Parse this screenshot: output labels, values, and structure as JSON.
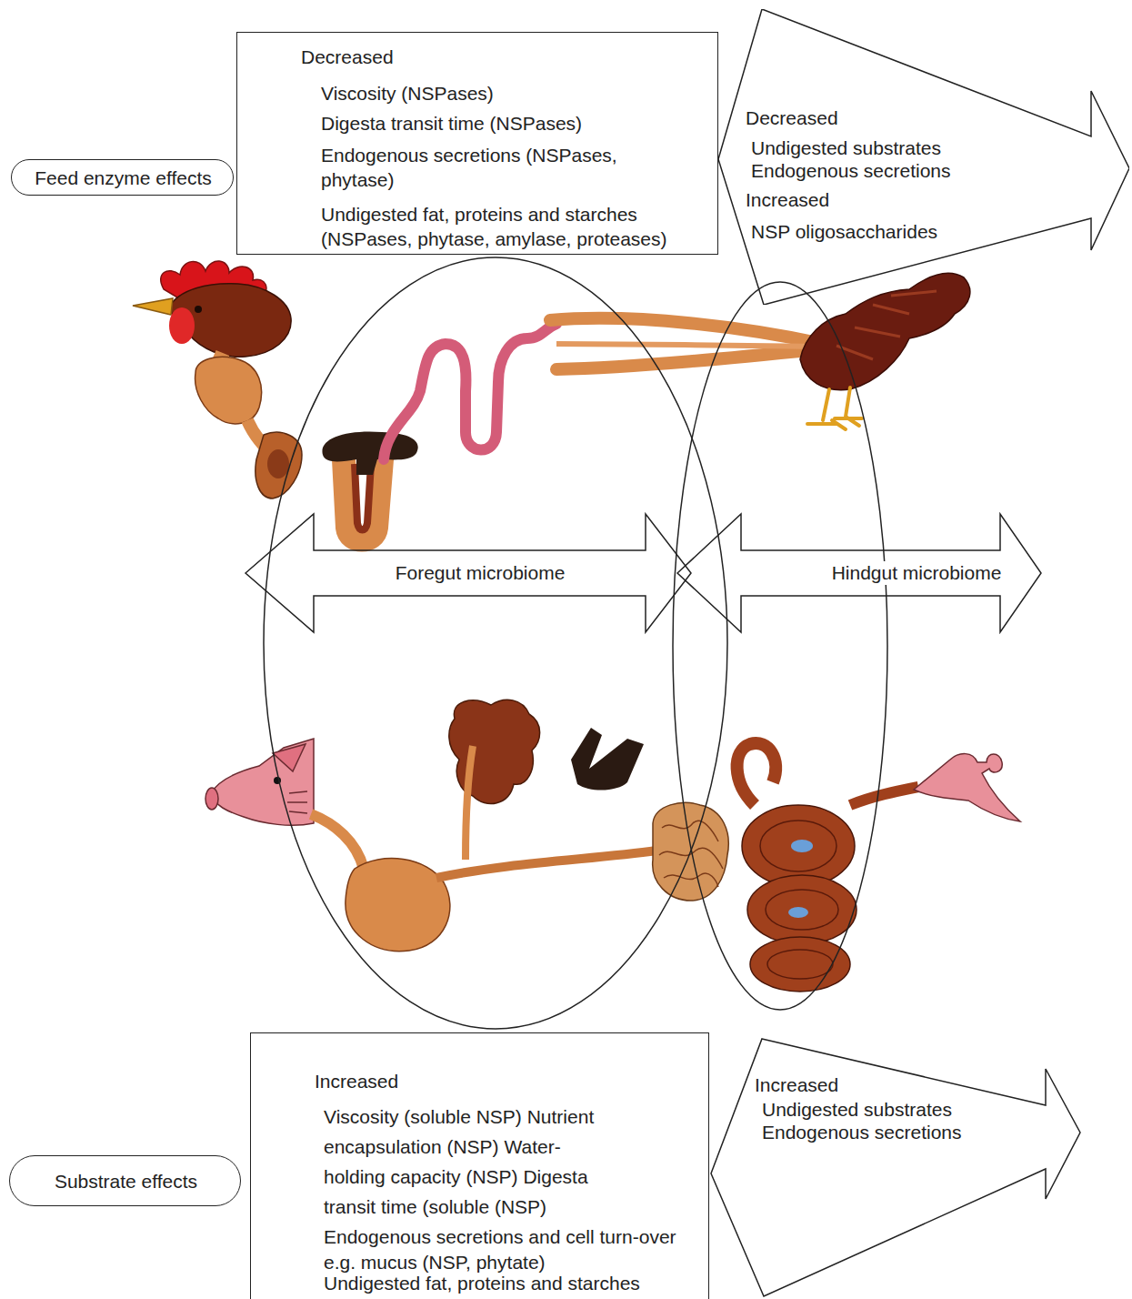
{
  "diagram": {
    "nodes": [
      {
        "text": [
          "Feed enzyme effects"
        ]
      },
      {
        "text": [
          "Decreased",
          "Viscosity (NSPases)",
          "Digesta transit time (NSPases)",
          "Endogenous secretions (NSPases, phytase)",
          "Undigested fat, proteins and starches (NSPases, phytase, amylase, proteases)"
        ]
      },
      {
        "text": [
          "Decreased",
          "Undigested substrates",
          "Endogenous secretions",
          "Increased",
          "NSP oligosaccharides"
        ]
      },
      {
        "text": [
          "Foregut microbiome"
        ]
      },
      {
        "text": [
          "Hindgut microbiome"
        ]
      },
      {
        "text": [
          "Substrate effects"
        ]
      },
      {
        "text": [
          "Increased",
          "Viscosity (soluble NSP) Nutrient encapsulation (NSP) Water-holding capacity (NSP) Digesta transit time (soluble (NSP)",
          "Endogenous secretions and cell turn-over e.g. mucus (NSP, phytate)",
          "Undigested fat, proteins and starches"
        ]
      },
      {
        "text": [
          "Increased",
          "Undigested substrates",
          "Endogenous secretions"
        ]
      }
    ]
  }
}
